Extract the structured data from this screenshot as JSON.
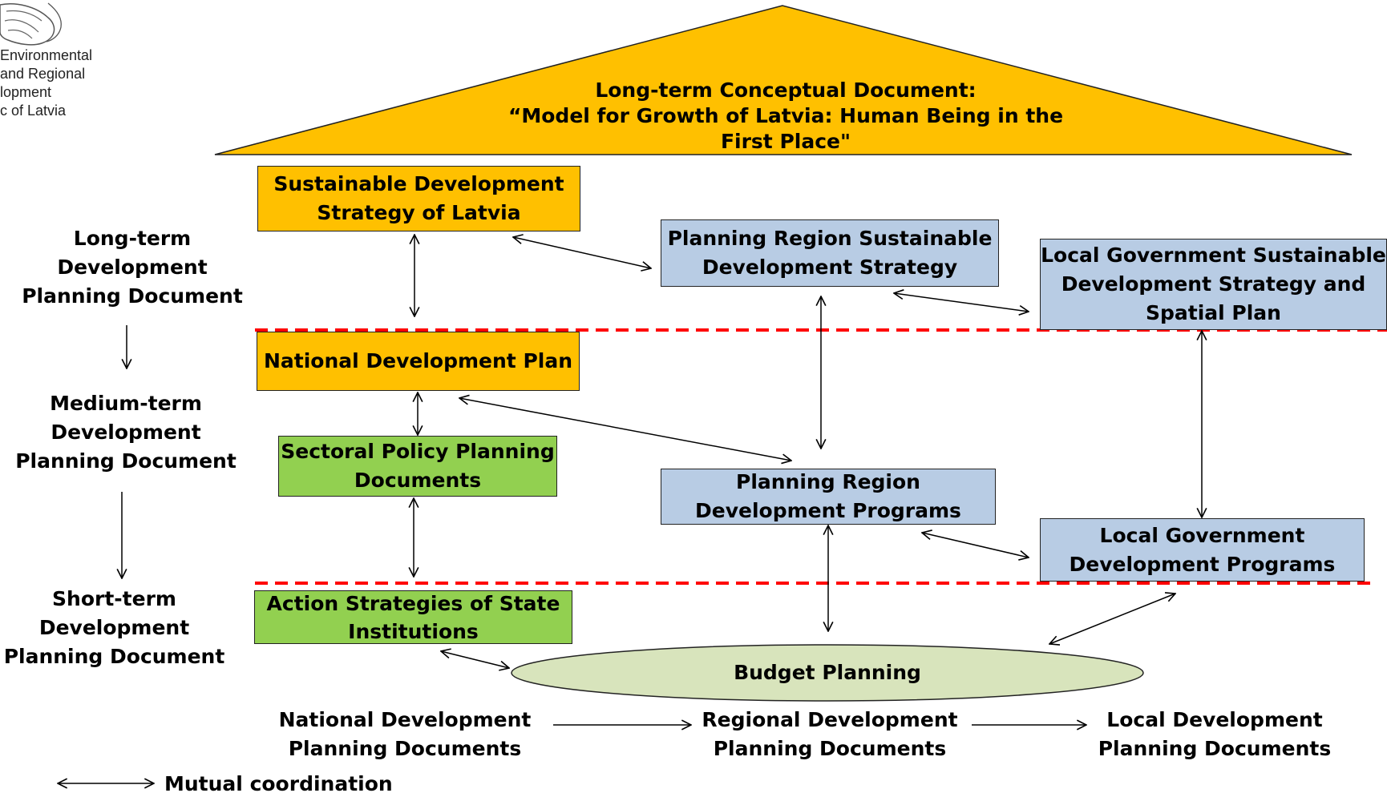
{
  "org": {
    "line1": "Environmental",
    "line2": "and Regional",
    "line3": "lopment",
    "line4": "c of Latvia"
  },
  "roof": {
    "line1": "Long-term Conceptual Document:",
    "line2": "“Model for Growth of Latvia: Human Being in the",
    "line3": "First Place\""
  },
  "levels": {
    "long_term": [
      "Long-term",
      "Development",
      "Planning Document"
    ],
    "medium_term": [
      "Medium-term",
      "Development",
      "Planning Document"
    ],
    "short_term": [
      "Short-term",
      "Development",
      "Planning Document"
    ]
  },
  "boxes": {
    "sustainable_strategy": [
      "Sustainable Development",
      "Strategy of Latvia"
    ],
    "national_plan": [
      "National Development Plan"
    ],
    "sectoral_policy": [
      "Sectoral Policy Planning",
      "Documents"
    ],
    "action_strategies": [
      "Action Strategies of State",
      "Institutions"
    ],
    "region_strategy": [
      "Planning Region Sustainable",
      "Development Strategy"
    ],
    "region_programs": [
      "Planning Region",
      "Development Programs"
    ],
    "local_strategy": [
      "Local Government Sustainable",
      "Development Strategy and",
      "Spatial Plan"
    ],
    "local_programs": [
      "Local Government",
      "Development Programs"
    ]
  },
  "budget": "Budget Planning",
  "bottom": {
    "national": [
      "National Development",
      "Planning Documents"
    ],
    "regional": [
      "Regional Development",
      "Planning Documents"
    ],
    "local": [
      "Local Development",
      "Planning Documents"
    ]
  },
  "legend": {
    "label": "Mutual coordination"
  },
  "colors": {
    "national": "#ffc000",
    "regional": "#b8cce4",
    "sectoral": "#92d050",
    "budget": "#d8e4bc",
    "divider": "#ff0000"
  }
}
